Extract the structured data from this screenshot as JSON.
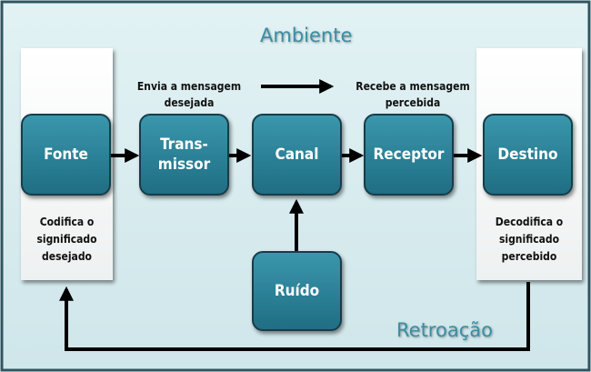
{
  "title": "Ambiente",
  "feedback_label": "Retroação",
  "boxes": {
    "fonte": "Fonte",
    "transmissor_line1": "Trans-",
    "transmissor_line2": "missor",
    "canal": "Canal",
    "receptor": "Receptor",
    "destino": "Destino",
    "ruido": "Ruído"
  },
  "notes": {
    "sent_line1": "Envia a mensagem",
    "sent_line2": "desejada",
    "received_line1": "Recebe a mensagem",
    "received_line2": "percebida",
    "source_line1": "Codifica o",
    "source_line2": "significado",
    "source_line3": "desejado",
    "dest_line1": "Decodifica o",
    "dest_line2": "significado",
    "dest_line3": "percebido"
  },
  "colors": {
    "background": "#dcedf0",
    "frame": "#2f5560",
    "box_fill": "#2b8096",
    "box_border": "#163d48",
    "title_text": "#3a8fa4"
  }
}
